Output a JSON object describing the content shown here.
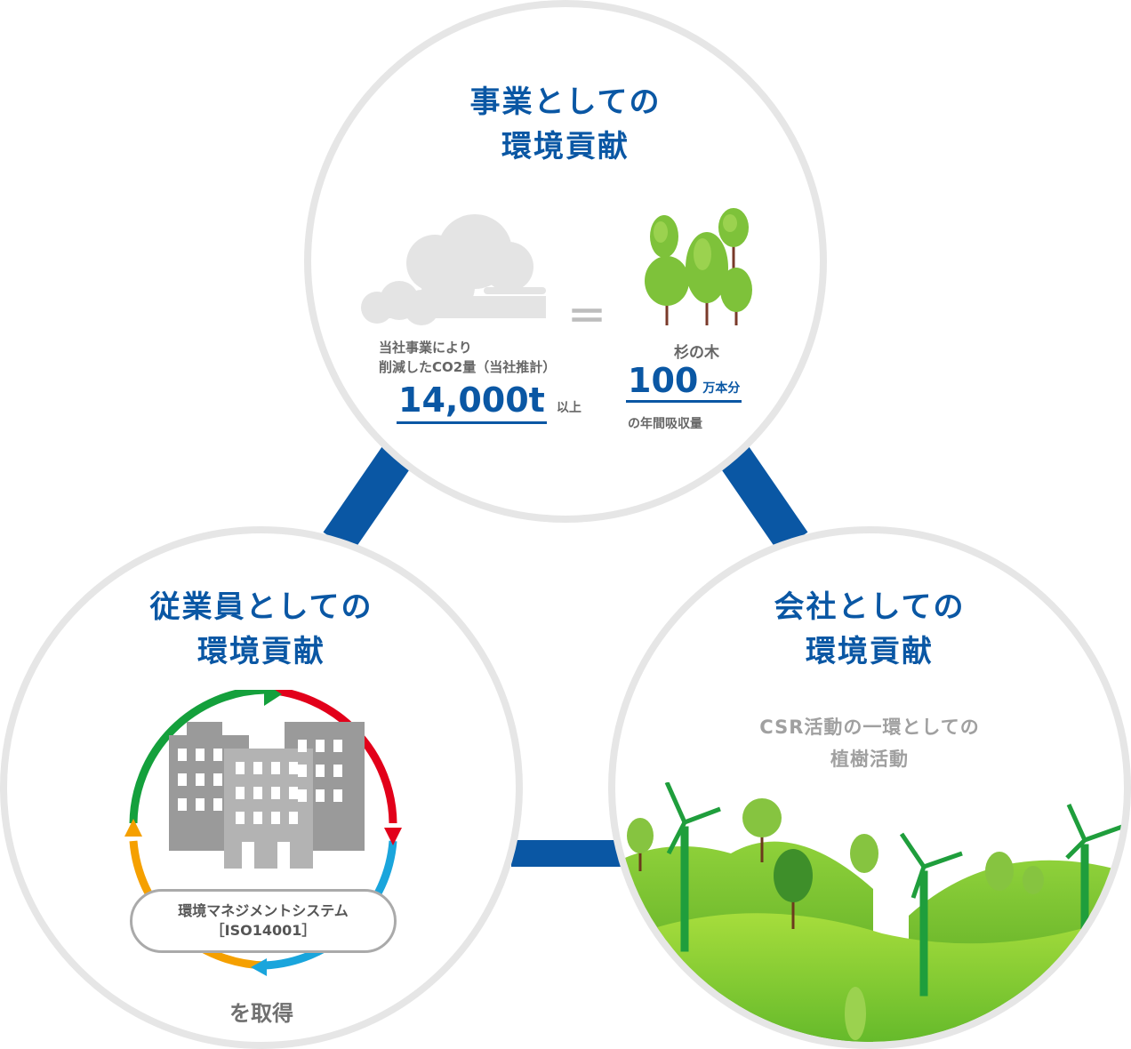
{
  "accent_blue": "#0a57a4",
  "connector_color": "#0a57a4",
  "circles": {
    "business": {
      "title_line1": "事業としての",
      "title_line2": "環境貢献",
      "co2_desc_line1": "当社事業により",
      "co2_desc_line2": "削減したCO2量（当社推計）",
      "co2_value": "14,000t",
      "co2_suffix": "以上",
      "equals": "＝",
      "tree_label": "杉の木",
      "tree_value": "100",
      "tree_unit": "万本分",
      "tree_sub": "の年間吸収量",
      "icons": [
        "cloud-icon",
        "trees-icon"
      ]
    },
    "employee": {
      "title_line1": "従業員としての",
      "title_line2": "環境貢献",
      "badge_line1": "環境マネジメントシステム",
      "badge_line2": "［ISO14001］",
      "footer": "を取得",
      "icons": [
        "building-icon",
        "cycle-arrows-icon"
      ],
      "cycle_colors": [
        "#14a03c",
        "#e2001a",
        "#1aa5dc",
        "#f5a000"
      ]
    },
    "company": {
      "title_line1": "会社としての",
      "title_line2": "環境貢献",
      "sub_line1": "CSR活動の一環としての",
      "sub_line2": "植樹活動",
      "icons": [
        "green-hills-icon",
        "wind-turbine-icon",
        "tree-icon"
      ]
    }
  }
}
